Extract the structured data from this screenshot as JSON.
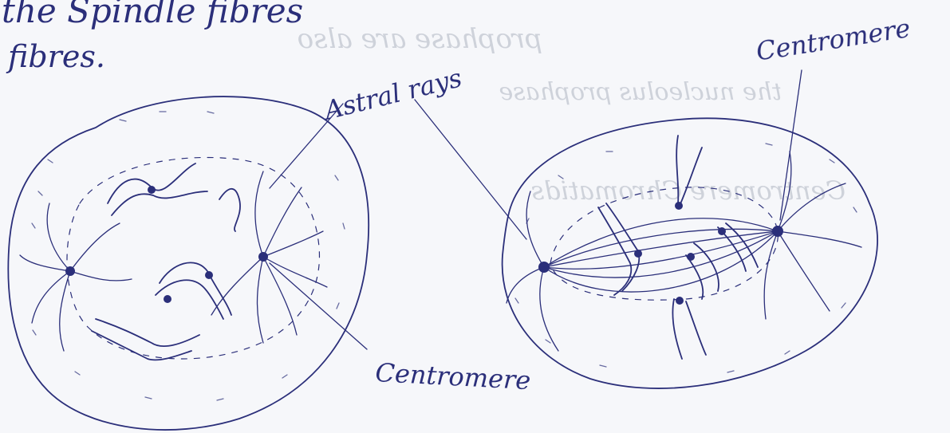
{
  "top_text": {
    "line1": "the Spindle fibres",
    "line2": "fibres."
  },
  "labels": {
    "astral_rays": "Astral rays",
    "centromere_right": "Centromere",
    "centromere_bottom": "Centromere"
  },
  "colors": {
    "ink": "#2b2f7a",
    "paper": "#f6f7fa",
    "bleed": "#c5c9d3"
  }
}
